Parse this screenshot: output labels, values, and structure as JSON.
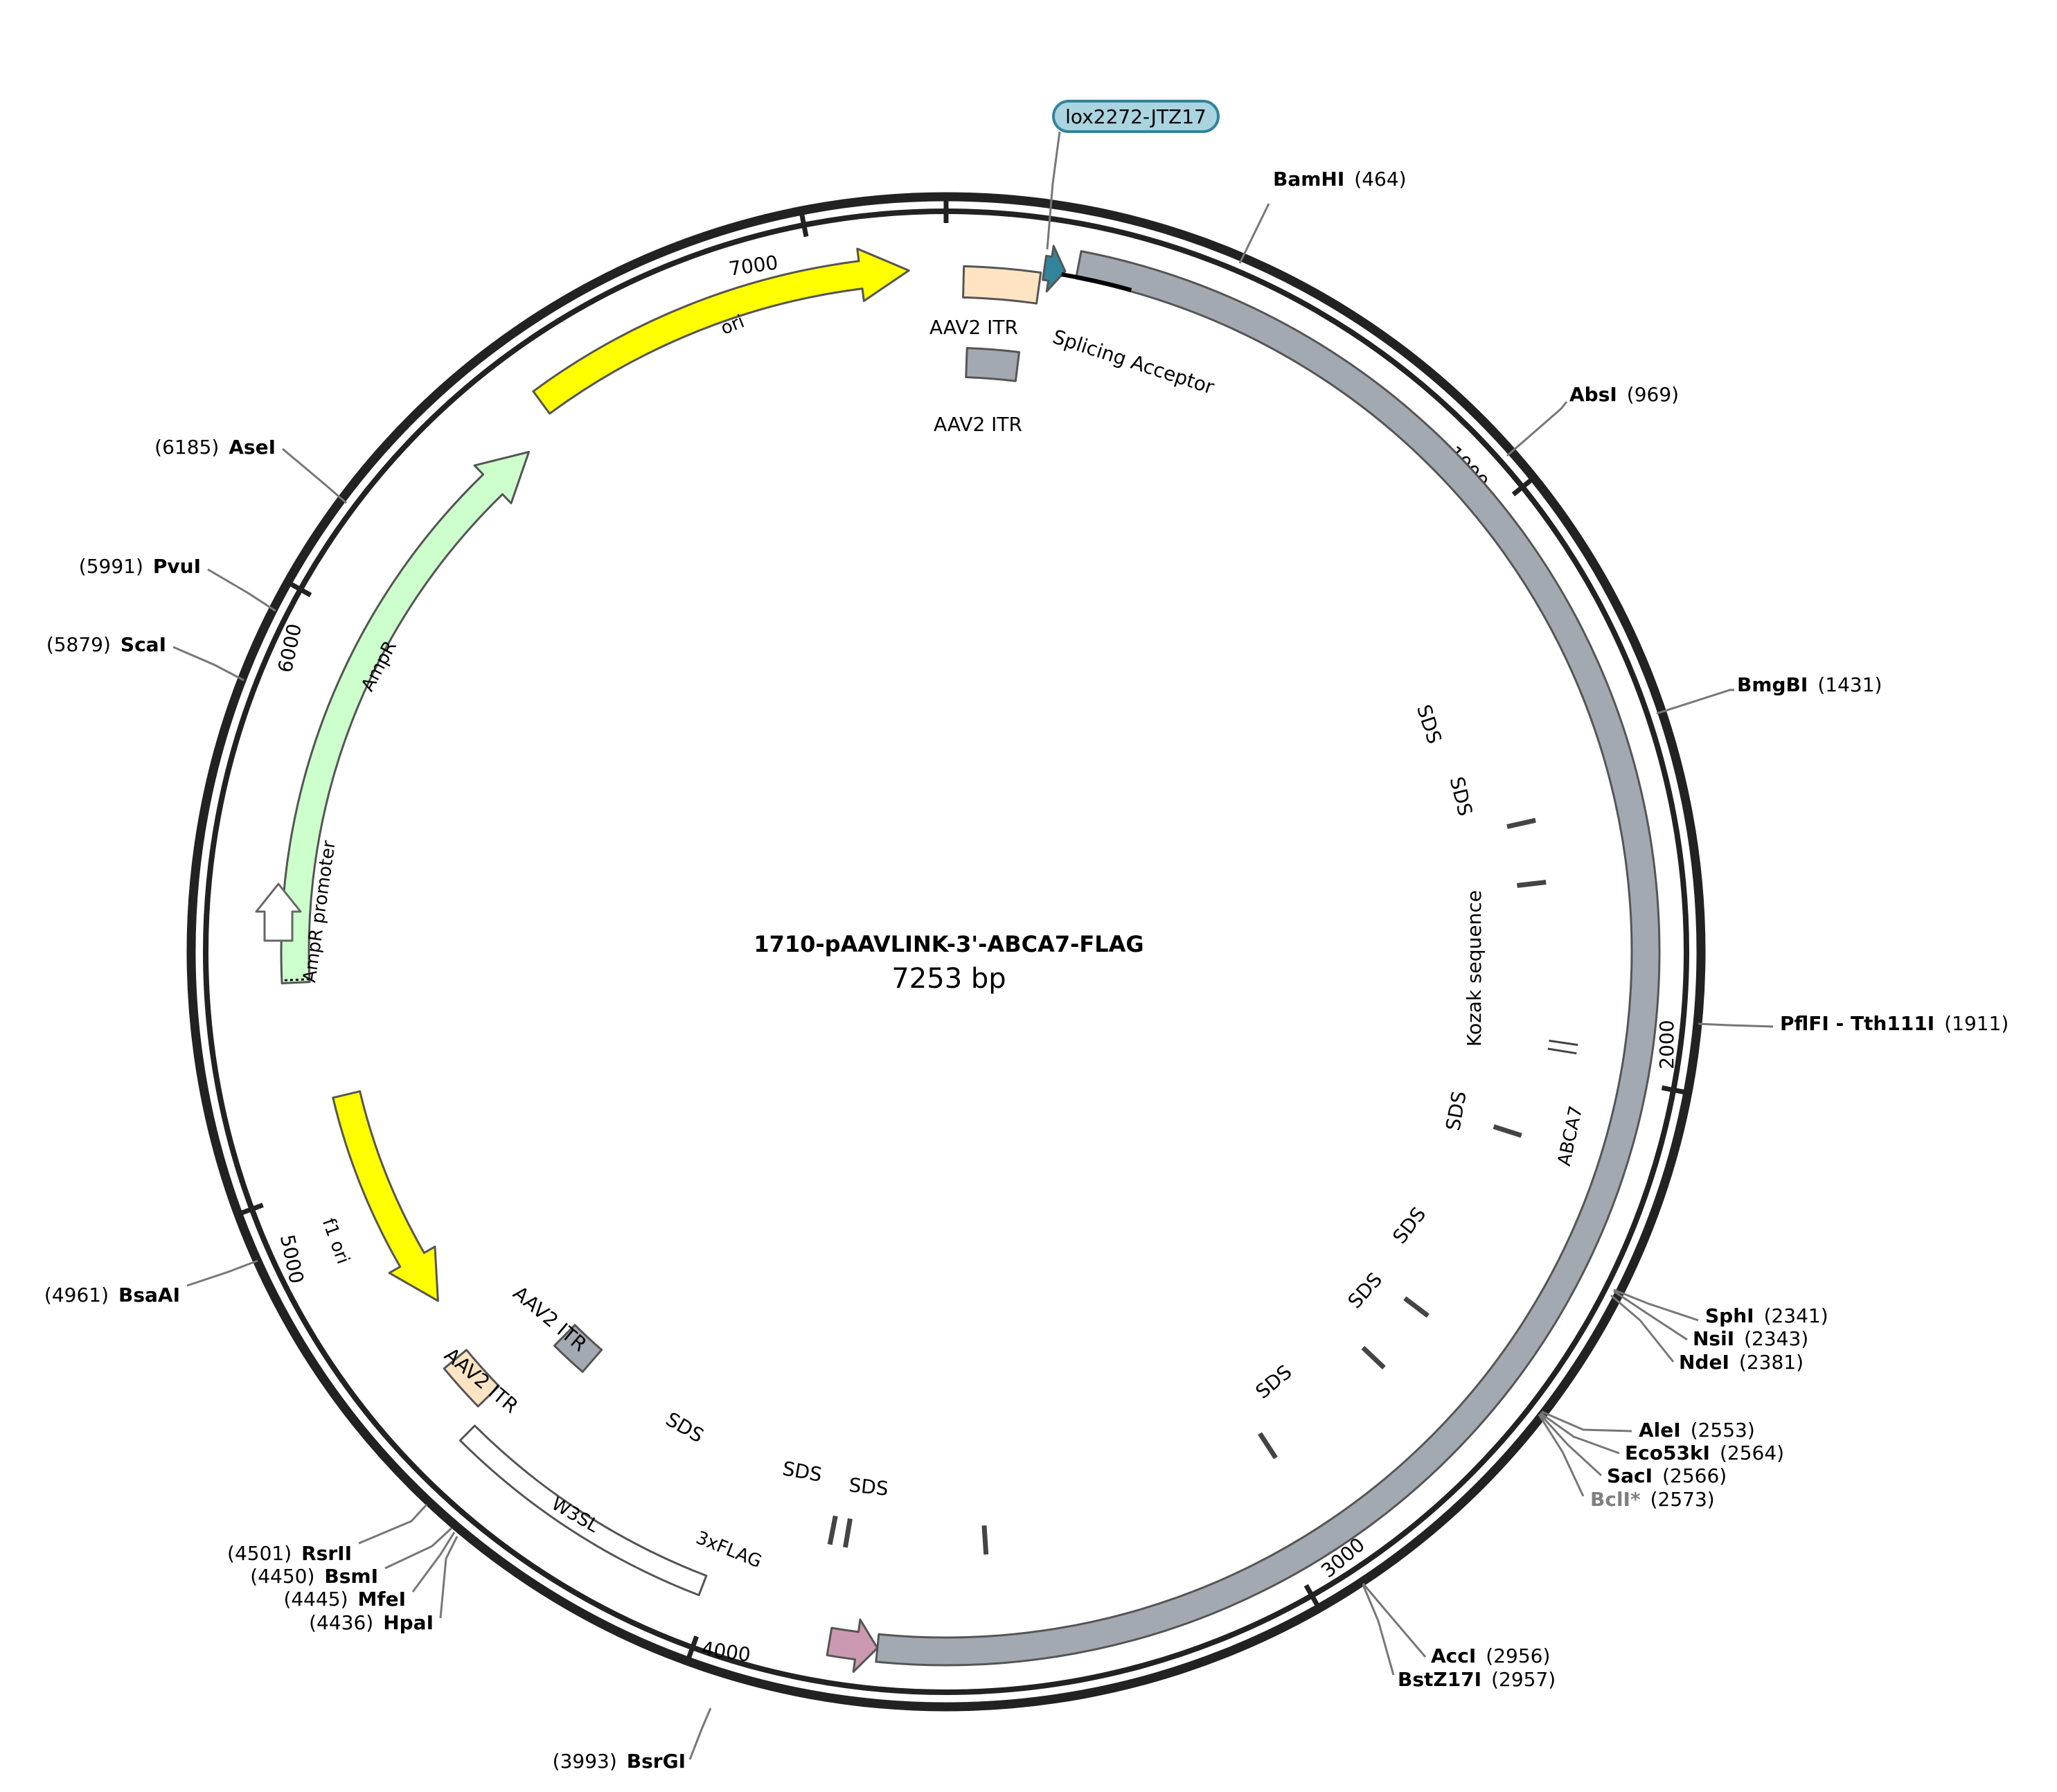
{
  "plasmid": {
    "name": "1710-pAAVLINK-3'-ABCA7-FLAG",
    "length_label": "7253 bp",
    "length_bp": 7253
  },
  "ticks": [
    {
      "bp": 1000,
      "label": "1000"
    },
    {
      "bp": 2000,
      "label": "2000"
    },
    {
      "bp": 3000,
      "label": "3000"
    },
    {
      "bp": 4000,
      "label": "4000"
    },
    {
      "bp": 5000,
      "label": "5000"
    },
    {
      "bp": 6000,
      "label": "6000"
    },
    {
      "bp": 7000,
      "label": "7000"
    }
  ],
  "features": [
    {
      "id": "abca7",
      "label": "ABCA7",
      "start": 190,
      "end": 3710,
      "color": "#a3a9b1"
    },
    {
      "id": "ori",
      "label": "ori",
      "start": 6490,
      "end": 7160,
      "color": "#ffff00"
    },
    {
      "id": "ampr",
      "label": "AmpR",
      "start": 5355,
      "end": 6420,
      "color": "#ccffcc"
    },
    {
      "id": "ampr-promoter",
      "label": "AmpR promoter",
      "start": 5250,
      "end": 5355,
      "color": "#ffffff"
    },
    {
      "id": "f1-ori",
      "label": "f1 ori",
      "start": 4715,
      "end": 5140,
      "color": "#ffff00"
    },
    {
      "id": "aav2-itr-1",
      "label": "AAV2 ITR",
      "start": 0,
      "end": 130,
      "color": "#ffe4c4"
    },
    {
      "id": "aav2-itr-2",
      "label": "AAV2 ITR",
      "start": 10,
      "end": 110,
      "color": "#a3a9b1"
    },
    {
      "id": "aav2-itr-3",
      "label": "AAV2 ITR",
      "start": 4420,
      "end": 4500,
      "color": "#a3a9b1"
    },
    {
      "id": "aav2-itr-4",
      "label": "AAV2 ITR",
      "start": 4520,
      "end": 4610,
      "color": "#ffe4c4"
    },
    {
      "id": "w3sl",
      "label": "W3SL",
      "start": 4020,
      "end": 4500,
      "color": "#ffffff"
    },
    {
      "id": "3xflag",
      "label": "3xFLAG",
      "start": 3710,
      "end": 3790,
      "color": "#cc99b2"
    },
    {
      "id": "lox2272",
      "label": "lox2272-JTZ17",
      "start": 135,
      "end": 170,
      "color": "#31849b"
    },
    {
      "id": "splicing-acceptor",
      "label": "Splicing Acceptor",
      "start": 165,
      "end": 285,
      "color": "#000000"
    }
  ],
  "sds_marks": [
    {
      "label": "SDS",
      "bp": 1530
    },
    {
      "label": "SDS",
      "bp": 1650
    },
    {
      "label": "Kozak sequence",
      "bp": 1960
    },
    {
      "label": "SDS",
      "bp": 2140
    },
    {
      "label": "SDS",
      "bp": 2530
    },
    {
      "label": "SDS",
      "bp": 2660
    },
    {
      "label": "SDS",
      "bp": 2930
    },
    {
      "label": "SDS",
      "bp": 3520
    },
    {
      "label": "SDS",
      "bp": 3790
    },
    {
      "label": "SDS",
      "bp": 3820
    }
  ],
  "sites": [
    {
      "name": "BamHI",
      "pos": "(464)",
      "side": "right"
    },
    {
      "name": "AbsI",
      "pos": "(969)",
      "side": "right"
    },
    {
      "name": "BmgBI",
      "pos": "(1431)",
      "side": "right"
    },
    {
      "name": "PflFI - Tth111I",
      "pos": "(1911)",
      "side": "right"
    },
    {
      "name": "SphI",
      "pos": "(2341)",
      "side": "right"
    },
    {
      "name": "NsiI",
      "pos": "(2343)",
      "side": "right"
    },
    {
      "name": "NdeI",
      "pos": "(2381)",
      "side": "right"
    },
    {
      "name": "AleI",
      "pos": "(2553)",
      "side": "right"
    },
    {
      "name": "Eco53kI",
      "pos": "(2564)",
      "side": "right"
    },
    {
      "name": "SacI",
      "pos": "(2566)",
      "side": "right"
    },
    {
      "name": "BclI*",
      "pos": "(2573)",
      "side": "right",
      "gray": true
    },
    {
      "name": "AccI",
      "pos": "(2956)",
      "side": "right"
    },
    {
      "name": "BstZ17I",
      "pos": "(2957)",
      "side": "right"
    },
    {
      "name": "BsrGI",
      "pos": "(3993)",
      "side": "left"
    },
    {
      "name": "RsrII",
      "pos": "(4501)",
      "side": "left"
    },
    {
      "name": "BsmI",
      "pos": "(4450)",
      "side": "left"
    },
    {
      "name": "MfeI",
      "pos": "(4445)",
      "side": "left"
    },
    {
      "name": "HpaI",
      "pos": "(4436)",
      "side": "left"
    },
    {
      "name": "BsaAI",
      "pos": "(4961)",
      "side": "left"
    },
    {
      "name": "ScaI",
      "pos": "(5879)",
      "side": "left"
    },
    {
      "name": "PvuI",
      "pos": "(5991)",
      "side": "left"
    },
    {
      "name": "AseI",
      "pos": "(6185)",
      "side": "left"
    }
  ],
  "colors": {
    "backbone": "#222222",
    "gene_gray": "#a3a9b1",
    "leader_line": "#777777",
    "lox_fill": "#a9d4e0",
    "lox_stroke": "#31849b"
  }
}
